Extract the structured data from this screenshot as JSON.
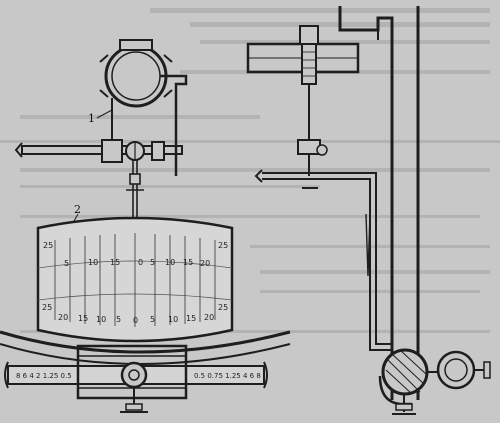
{
  "labels": {
    "part_1": "1",
    "part_2": "2"
  },
  "scale": {
    "corner_top_left": "25",
    "corner_top_right": "25",
    "corner_mid_left": "25",
    "corner_mid_right": "25",
    "upper_row": [
      "5",
      "10",
      "15",
      "0",
      "5",
      "10",
      "15",
      "20"
    ],
    "lower_row": [
      "20",
      "15",
      "10",
      "5",
      "0",
      "5",
      "10",
      "15",
      "20"
    ]
  },
  "gauges": {
    "left_readout": "8 6 4 2 1.25 0.5",
    "right_readout": "0.5 0.75 1.25 4 6 8"
  }
}
